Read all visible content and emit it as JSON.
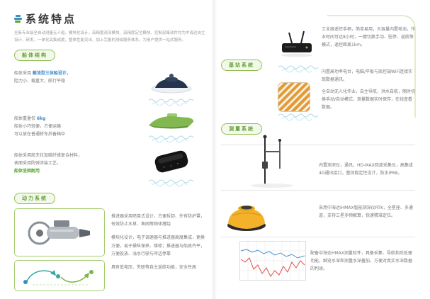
{
  "page": {
    "title": "系统特点",
    "intro": "全新专业级全自动测量无人船，模块化设计，高精度测深模块、高精度定位模块、控制采集软件均为中海达自主设计、研发，一体化高集成度，整体性能突出，加上完善的测绘服务体系，为用户提供一站式服务。",
    "accent_green": "#8fbf55",
    "accent_blue": "#3a87c8"
  },
  "sections": {
    "hull": {
      "badge": "船体结构",
      "item1": {
        "prefix": "船体采用 ",
        "highlight": "截流型三体船设计，",
        "line2": "阻力小、载重大，航行平稳"
      },
      "item2": {
        "prefix": "船体重量仅 ",
        "highlight": "6kg",
        "line2": "船体小巧轻便，方便运输",
        "line3": "可以放在普通轿车后备箱中"
      },
      "item3": {
        "line1": "船体采用凯夫拉加碳纤维复合材料，",
        "line2": "表面采用防弹涂装工艺，",
        "highlight": "船体坚固耐用"
      }
    },
    "power": {
      "badge": "动力系统",
      "item1": "推进器采用喷泵式设计，方便拆卸、外有防护罩，有效防止水草、鱼网等物体缠绕",
      "item2": "模块化设计，电子调速器与推进器高度集成，更换方便，易于操纵保养、维修；推进器与船底齐平，方便投放、浅水行驶与岸边停靠",
      "item3": "具有低电压、失联等自主返航功能，安全性高"
    },
    "base": {
      "badge": "基站系统",
      "item1": "工业级遥控手柄，简单易用，大容量内置电池，作业时间可达8小时，一键切换手动、驻停、返航等模式，遥控距离1km。",
      "item2": "内置高功率电台，电脑/平板与底控端WiFi连接实现数据通讯。",
      "item3": "全自动无人化作业，自主导航，洪水自航，随时切换手动/自动模式，测量数据实时保存，在线查看数据。"
    },
    "measure": {
      "badge": "测量系统",
      "item1": "内置测深仪，通讯，HD-MAX回波采集仪，高集成4G通讯接口，整体稳定性设计，防水IP68。",
      "item2": "采用中海达iHMAX智能测深仪RTK，全星座、多通道，支持三星多频解算，快速精准定位。",
      "item3": "配备中海达HMAX测量软件，具备采集、导航和后处理功能，细览水深和测量水深叠加，方便对真实水深数据的判读。"
    }
  }
}
